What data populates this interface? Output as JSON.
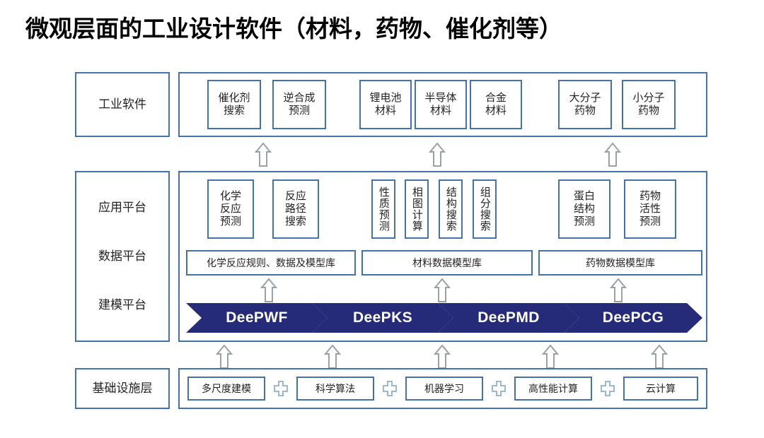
{
  "title": "微观层面的工业设计软件（材料，药物、催化剂等）",
  "colors": {
    "border_blue": "#4472a8",
    "chevron_navy": "#252b78",
    "arrow_gray": "#9aa0a6",
    "plus_blue": "#9bb7d6",
    "text": "#222222",
    "title": "#000000",
    "background": "#ffffff"
  },
  "rails": {
    "industrial_software": "工业软件",
    "stack_labels": [
      "应用平台",
      "数据平台",
      "建模平台"
    ],
    "infrastructure": "基础设施层"
  },
  "top_row": {
    "groups": [
      {
        "name": "chemistry",
        "items": [
          "催化剂\n搜索",
          "逆合成\n预测"
        ]
      },
      {
        "name": "materials",
        "items": [
          "锂电池\n材料",
          "半导体\n材料",
          "合金\n材料"
        ]
      },
      {
        "name": "pharma",
        "items": [
          "大分子\n药物",
          "小分子\n药物"
        ]
      }
    ]
  },
  "application_platform": {
    "groups": [
      {
        "name": "chemistry",
        "items": [
          "化学\n反应\n预测",
          "反应\n路径\n搜索"
        ],
        "orientation": "horizontal-wrapped"
      },
      {
        "name": "materials",
        "items": [
          "性质预测",
          "相图计算",
          "结构搜索",
          "组分搜索"
        ],
        "orientation": "vertical"
      },
      {
        "name": "pharma",
        "items": [
          "蛋白\n结构\n预测",
          "药物\n活性\n预测"
        ],
        "orientation": "horizontal-wrapped"
      }
    ]
  },
  "data_platform": {
    "items": [
      "化学反应规则、数据及模型库",
      "材料数据模型库",
      "药物数据模型库"
    ]
  },
  "modeling_platform": {
    "chevrons": [
      "DeePWF",
      "DeePKS",
      "DeePMD",
      "DeePCG"
    ]
  },
  "infrastructure_layer": {
    "items": [
      "多尺度建模",
      "科学算法",
      "机器学习",
      "高性能计算",
      "云计算"
    ],
    "separator_icon": "plus-icon",
    "separator_count": 4
  },
  "arrows": {
    "icon": "up-arrow-icon",
    "top_to_middle_count": 3,
    "data_to_modeling_count": 3,
    "bottom_to_modeling_count": 5
  }
}
